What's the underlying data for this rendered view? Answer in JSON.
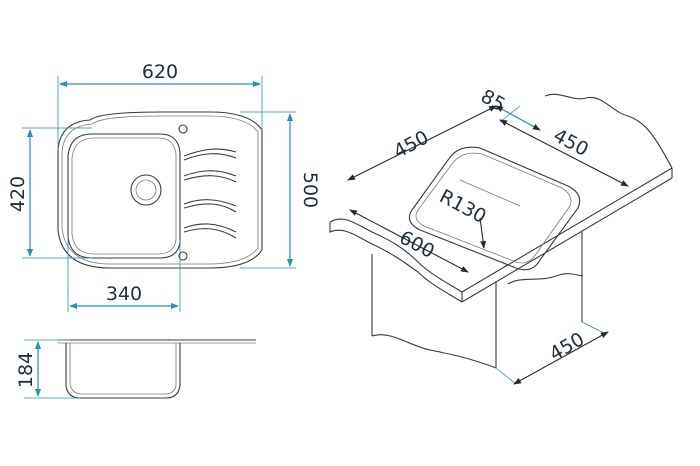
{
  "colors": {
    "dimension": "#2b8fb0",
    "outline": "#3a3a3a",
    "text": "#1f2f3f"
  },
  "top_view": {
    "width_label": "620",
    "inner_height_label": "420",
    "outer_height_label": "500",
    "bowl_width_label": "340"
  },
  "side_view": {
    "depth_label": "184"
  },
  "iso_view": {
    "top_depth_label": "85",
    "left_width_label": "450",
    "right_width_label": "450",
    "radius_label": "R130",
    "front_width_label": "600",
    "cabinet_depth_label": "450"
  }
}
